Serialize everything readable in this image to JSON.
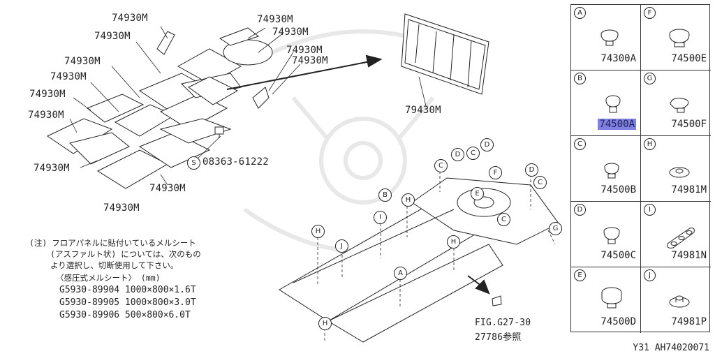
{
  "diagram": {
    "callouts": [
      "74930M",
      "74930M",
      "74930M",
      "74930M",
      "74930M",
      "74930M",
      "74930M",
      "74930M",
      "74930M",
      "74930M",
      "74930M",
      "74930M"
    ],
    "part_79430": "79430M",
    "bolt_code": "S",
    "bolt_part": "08363-61222",
    "fig_ref_line1": "FIG.G27-30",
    "fig_ref_line2": "27786参照",
    "note": {
      "line1": "(注) フロアパネルに貼付いているメルシート",
      "line2": "(アスファルト状) については、次のもの",
      "line3": "より選択し、切断使用して下さい。",
      "line4": "〈感圧式メルシート〉           (mm)",
      "line5": "G5930-89904  1000×800×1.6T",
      "line6": "G5930-89905  1000×800×3.0T",
      "line7": "G5930-89906   500×800×6.0T"
    },
    "markers": {
      "A": "A",
      "B": "B",
      "C": "C",
      "D": "D",
      "E": "E",
      "F": "F",
      "G": "G",
      "H": "H",
      "I": "I",
      "J": "J"
    }
  },
  "legend": [
    {
      "letter": "A",
      "part": "74300A",
      "icon": "plug-cap-icon"
    },
    {
      "letter": "F",
      "part": "74500E",
      "icon": "plug-cap-icon"
    },
    {
      "letter": "B",
      "part": "74500A",
      "icon": "plug-cap-icon",
      "highlighted": true
    },
    {
      "letter": "G",
      "part": "74500F",
      "icon": "clip-icon"
    },
    {
      "letter": "C",
      "part": "74500B",
      "icon": "plug-cap-icon"
    },
    {
      "letter": "H",
      "part": "74981M",
      "icon": "grommet-icon"
    },
    {
      "letter": "D",
      "part": "74500C",
      "icon": "plug-cap-icon"
    },
    {
      "letter": "I",
      "part": "74981N",
      "icon": "bracket-icon"
    },
    {
      "letter": "E",
      "part": "74500D",
      "icon": "plug-cap-icon"
    },
    {
      "letter": "J",
      "part": "74981P",
      "icon": "grommet-icon"
    }
  ],
  "footer": "Y31  AH74020071",
  "colors": {
    "line": "#222222",
    "highlight": "#8080e0",
    "watermark": "#e6e6e6"
  }
}
